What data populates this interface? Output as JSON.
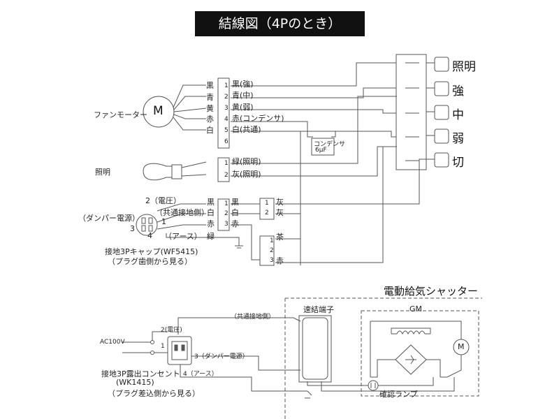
{
  "title": "結線図（4Pのとき）",
  "motor": {
    "label": "ファンモーター",
    "symbol": "M",
    "wires": [
      "黒",
      "青",
      "黄",
      "赤",
      "白"
    ],
    "terminals": [
      "1",
      "2",
      "3",
      "4",
      "5",
      "6"
    ],
    "outputs": [
      "黒(強)",
      "青(中)",
      "黄(弱)",
      "赤(コンデンサ)",
      "白(共通)"
    ]
  },
  "capacitor": {
    "label": "コンデンサ",
    "value": "6μF"
  },
  "light": {
    "label": "照明",
    "terminals": [
      "1",
      "2"
    ],
    "outputs": [
      "緑(照明)",
      "灰(照明)"
    ]
  },
  "switch_labels": [
    "照明",
    "強",
    "中",
    "弱",
    "切"
  ],
  "cap_plug": {
    "pin2": "2（電圧）",
    "common": "（共通接地側）",
    "pin1": "1",
    "pin3": "3",
    "pin4": "4",
    "earth": "（アース）",
    "damper": "（ダンパー電源）",
    "wires": [
      "黒",
      "白",
      "赤",
      "緑"
    ],
    "terminals": [
      "1",
      "2",
      "3"
    ],
    "outputs": [
      "黒",
      "白",
      "赤"
    ],
    "name": "接地3Pキャップ(WF5415)",
    "view": "（プラグ歯側から見る）"
  },
  "damper_block": {
    "top_terminals": [
      "1",
      "2"
    ],
    "top_outputs": [
      "灰",
      "灰"
    ],
    "bottom_header": "茶",
    "bottom_terminals": [
      "1",
      "2",
      "3"
    ],
    "bottom_output": "赤"
  },
  "shutter": {
    "title": "電動給気シャッター",
    "terminal_block": "速結端子",
    "gm": "GM",
    "motor_symbol": "M",
    "lamp": "確認ランプ",
    "common_ground": "（共通接地側）",
    "voltage": "2(電圧)",
    "ac": "AC100V",
    "pin1": "1",
    "damper": "3（ダンパー電源）",
    "earth": "4（アース）",
    "outlet_name": "接地3P露出コンセント",
    "outlet_model": "(WK1415)",
    "outlet_view": "（プラグ差込側から見る）"
  }
}
